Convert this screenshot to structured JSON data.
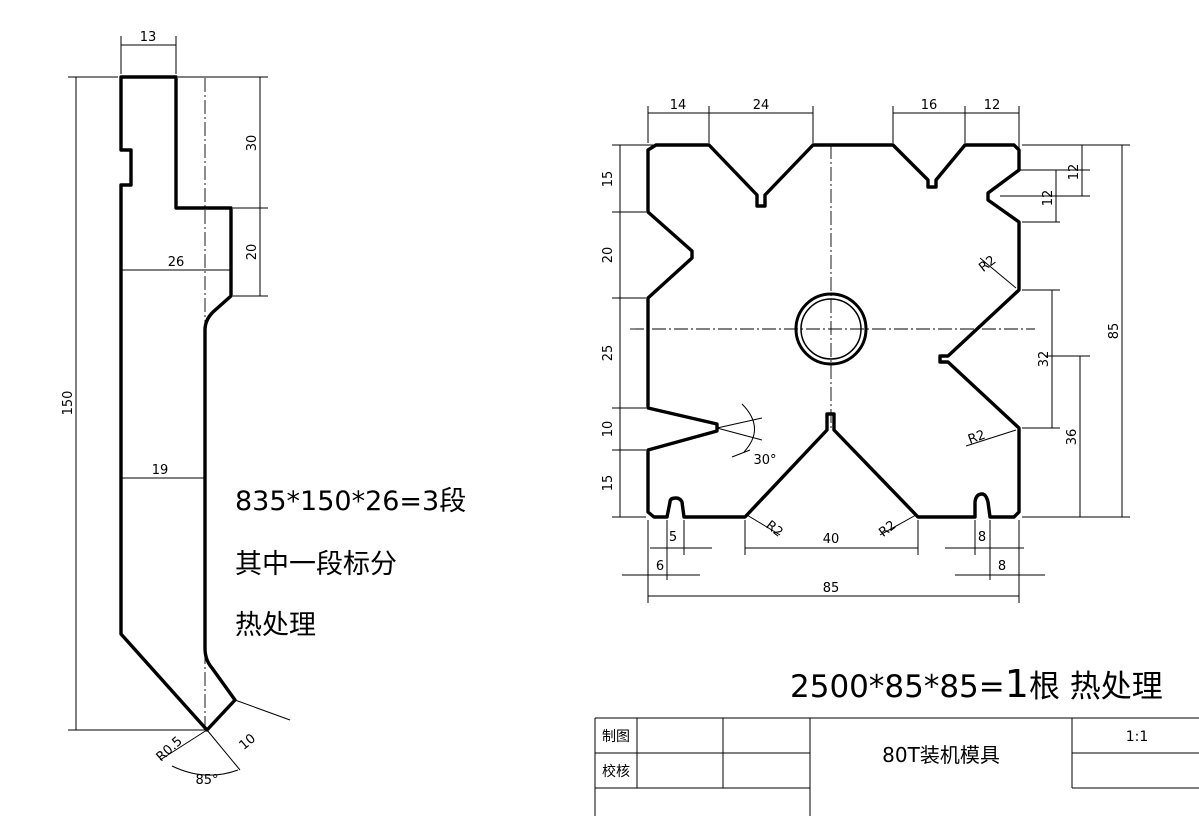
{
  "left_part": {
    "dims": {
      "top_width": "13",
      "upper_step": "30",
      "step_height": "20",
      "neck_width": "26",
      "total_height": "150",
      "body_width": "19",
      "tip_radius": "R0.5",
      "tip_length": "10",
      "tip_angle": "85°"
    },
    "notes": [
      "835*150*26=3段",
      "其中一段标分",
      "热处理"
    ]
  },
  "right_part": {
    "dims": {
      "top_a": "14",
      "top_b": "24",
      "top_c": "16",
      "top_d": "12",
      "left_1": "15",
      "left_2": "20",
      "left_3": "25",
      "left_4": "10",
      "left_5": "15",
      "right_a": "12",
      "right_b": "12",
      "right_total": "85",
      "right_c": "32",
      "right_d": "36",
      "radius_1": "R2",
      "radius_2": "R2",
      "radius_3": "R2",
      "radius_4": "R2",
      "angle": "30°",
      "bottom_a": "5",
      "bottom_b": "6",
      "bottom_c": "40",
      "bottom_d": "8",
      "bottom_e": "8",
      "bottom_total": "85"
    },
    "note_prefix": "2500*85*85=",
    "note_qty": "1",
    "note_suffix": "根 热处理"
  },
  "title_block": {
    "drawn_label": "制图",
    "checked_label": "校核",
    "title": "80T装机模具",
    "scale": "1:1"
  }
}
